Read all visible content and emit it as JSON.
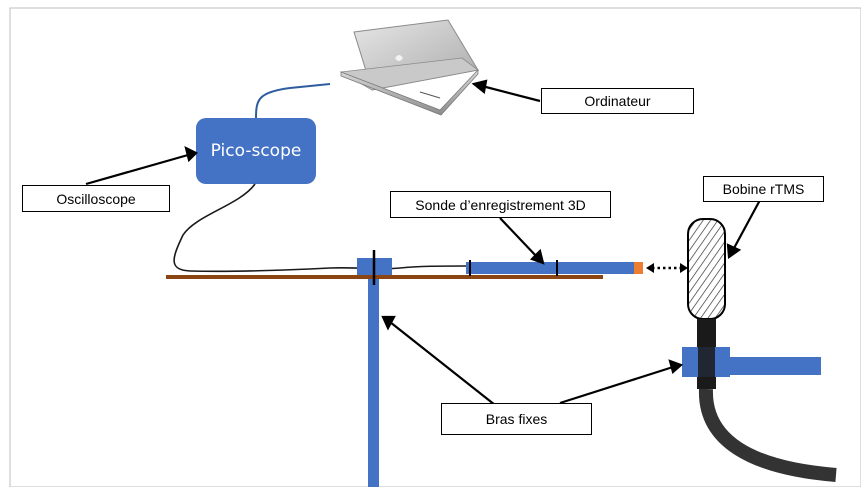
{
  "labels": {
    "ordinateur": "Ordinateur",
    "pico_scope": "Pico-scope",
    "oscilloscope": "Oscilloscope",
    "sonde": "Sonde d’enregistrement 3D",
    "bobine": "Bobine rTMS",
    "bras_fixes": "Bras fixes"
  },
  "colors": {
    "blue": "#4472c4",
    "wood": "#8b4513",
    "coil_tip": "#ed7d31",
    "cable": "#2e5d9f",
    "dark": "#1a1a1a"
  }
}
